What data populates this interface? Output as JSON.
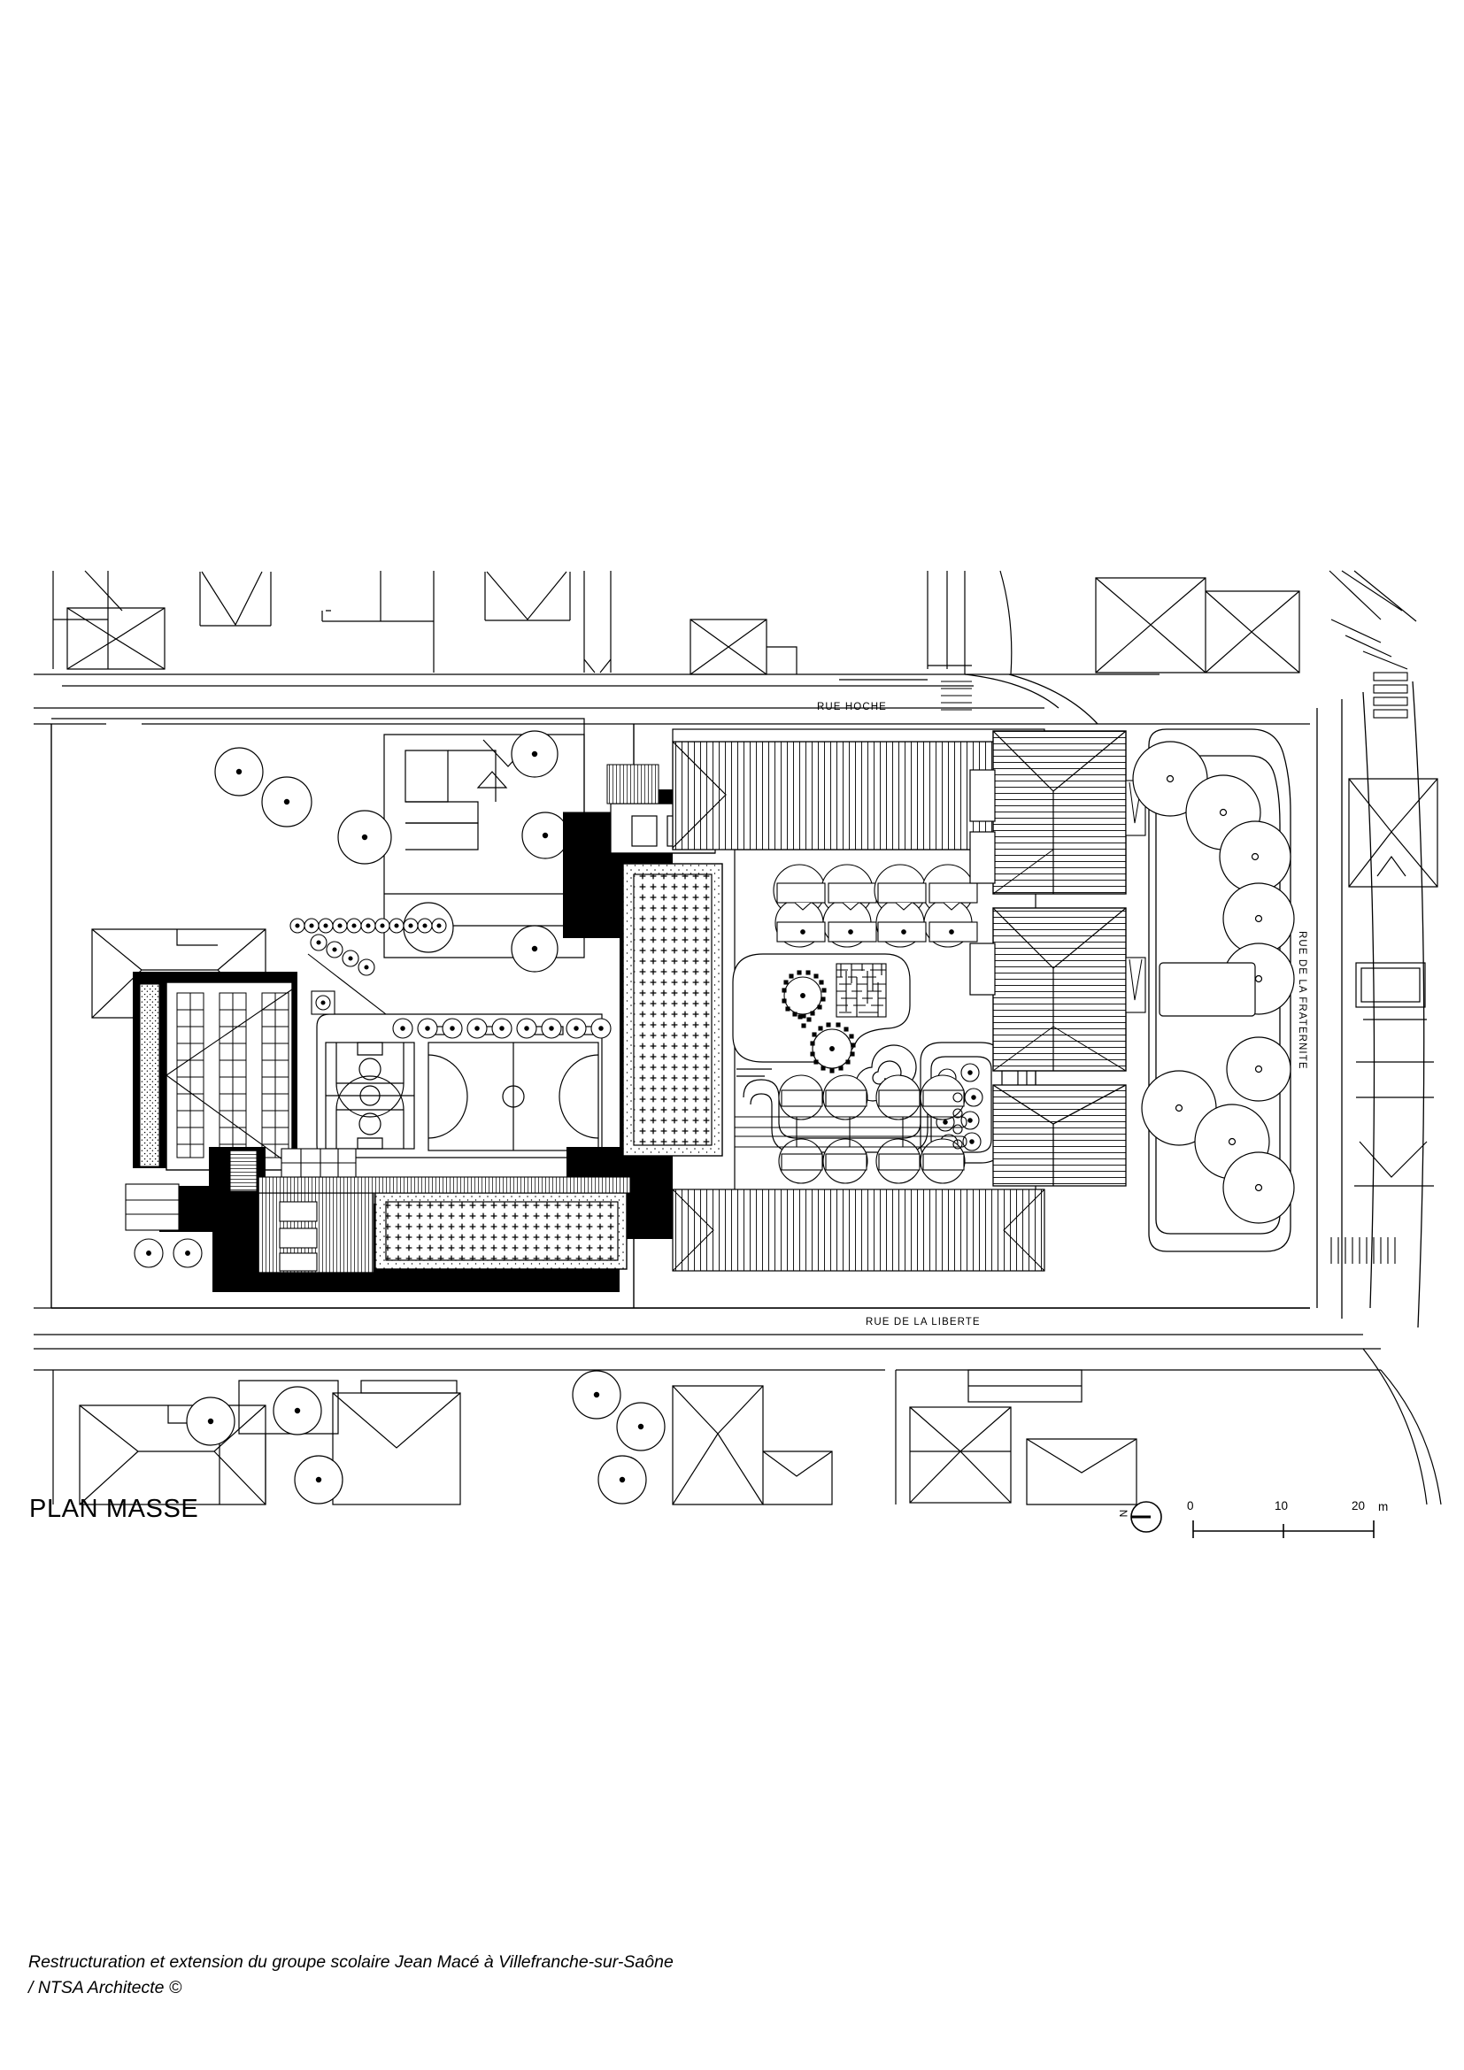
{
  "sheet": {
    "background": "#ffffff",
    "ink": "#000000"
  },
  "plan": {
    "title": "PLAN MASSE",
    "drawing_type": "architectural site plan",
    "orientation_note": "north arrow points left (west-up sheet)"
  },
  "caption": {
    "line1": "Restructuration et extension du groupe scolaire Jean Macé à Villefranche-sur-Saône",
    "line2": "/ NTSA Architecte ©"
  },
  "streets": [
    {
      "id": "hoche",
      "label": "RUE HOCHE",
      "orientation": "horizontal",
      "position": "top"
    },
    {
      "id": "liberte",
      "label": "RUE DE LA LIBERTE",
      "orientation": "horizontal",
      "position": "bottom"
    },
    {
      "id": "fraternite",
      "label": "RUE DE LA FRATERNITE",
      "orientation": "vertical",
      "position": "right"
    }
  ],
  "scalebar": {
    "ticks": [
      "0",
      "10",
      "20"
    ],
    "unit": "m",
    "span_m": 20
  },
  "north_arrow": {
    "letter": "N",
    "symbol": "north-arrow-circle"
  },
  "legend_elements": {
    "new_construction": "solid black poché",
    "existing_roofs": "hipped roofs with diagonal ridge lines",
    "tiled_roofs": "line hatch (ribbed roof)",
    "terrace": "cross/plus stipple pattern",
    "trees": "circle with centre dot",
    "sports": [
      "basketball court",
      "multi-sport court"
    ],
    "playground": [
      "maze",
      "spiral path",
      "stepping stones",
      "planting beds"
    ]
  }
}
